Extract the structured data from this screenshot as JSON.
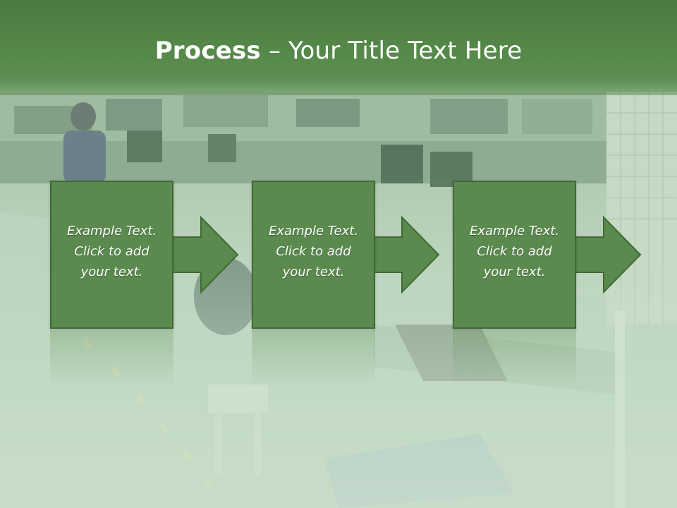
{
  "slide": {
    "title_strong": "Process",
    "title_rest": " – Your Title Text Here",
    "steps": [
      {
        "line1": "Example Text.",
        "line2": "Click  to add",
        "line3": "your text."
      },
      {
        "line1": "Example Text.",
        "line2": "Click  to add",
        "line3": "your text."
      },
      {
        "line1": "Example Text.",
        "line2": "Click  to add",
        "line3": "your text."
      }
    ]
  },
  "colors": {
    "title_band": "#4b7a40",
    "step_fill": "#5a8a4e",
    "step_border": "#3f6a35",
    "title_text": "#ffffff"
  }
}
